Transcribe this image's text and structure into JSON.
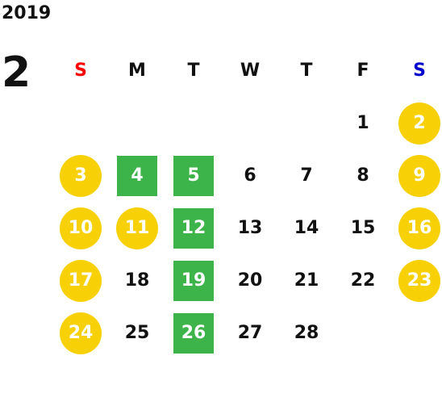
{
  "calendar": {
    "year": "2019",
    "month": "2",
    "colors": {
      "sunday_header": "#ff0000",
      "saturday_header": "#0000cc",
      "default_header": "#111111",
      "holiday_yellow": "#f7d106",
      "green_square": "#3db44a",
      "text": "#111111"
    },
    "weekdays": [
      {
        "label": "S",
        "color": "#ff0000"
      },
      {
        "label": "M",
        "color": "#111111"
      },
      {
        "label": "T",
        "color": "#111111"
      },
      {
        "label": "W",
        "color": "#111111"
      },
      {
        "label": "T",
        "color": "#111111"
      },
      {
        "label": "F",
        "color": "#111111"
      },
      {
        "label": "S",
        "color": "#0000cc"
      }
    ],
    "weeks": [
      [
        {
          "day": ""
        },
        {
          "day": ""
        },
        {
          "day": ""
        },
        {
          "day": ""
        },
        {
          "day": ""
        },
        {
          "day": "1",
          "mark": "none"
        },
        {
          "day": "2",
          "mark": "yellow-circle"
        }
      ],
      [
        {
          "day": "3",
          "mark": "yellow-circle"
        },
        {
          "day": "4",
          "mark": "green-square"
        },
        {
          "day": "5",
          "mark": "green-square"
        },
        {
          "day": "6",
          "mark": "none"
        },
        {
          "day": "7",
          "mark": "none"
        },
        {
          "day": "8",
          "mark": "none"
        },
        {
          "day": "9",
          "mark": "yellow-circle"
        }
      ],
      [
        {
          "day": "10",
          "mark": "yellow-circle"
        },
        {
          "day": "11",
          "mark": "yellow-circle"
        },
        {
          "day": "12",
          "mark": "green-square"
        },
        {
          "day": "13",
          "mark": "none"
        },
        {
          "day": "14",
          "mark": "none"
        },
        {
          "day": "15",
          "mark": "none"
        },
        {
          "day": "16",
          "mark": "yellow-circle"
        }
      ],
      [
        {
          "day": "17",
          "mark": "yellow-circle"
        },
        {
          "day": "18",
          "mark": "none"
        },
        {
          "day": "19",
          "mark": "green-square"
        },
        {
          "day": "20",
          "mark": "none"
        },
        {
          "day": "21",
          "mark": "none"
        },
        {
          "day": "22",
          "mark": "none"
        },
        {
          "day": "23",
          "mark": "yellow-circle"
        }
      ],
      [
        {
          "day": "24",
          "mark": "yellow-circle"
        },
        {
          "day": "25",
          "mark": "none"
        },
        {
          "day": "26",
          "mark": "green-square"
        },
        {
          "day": "27",
          "mark": "none"
        },
        {
          "day": "28",
          "mark": "none"
        },
        {
          "day": ""
        },
        {
          "day": ""
        }
      ]
    ]
  }
}
